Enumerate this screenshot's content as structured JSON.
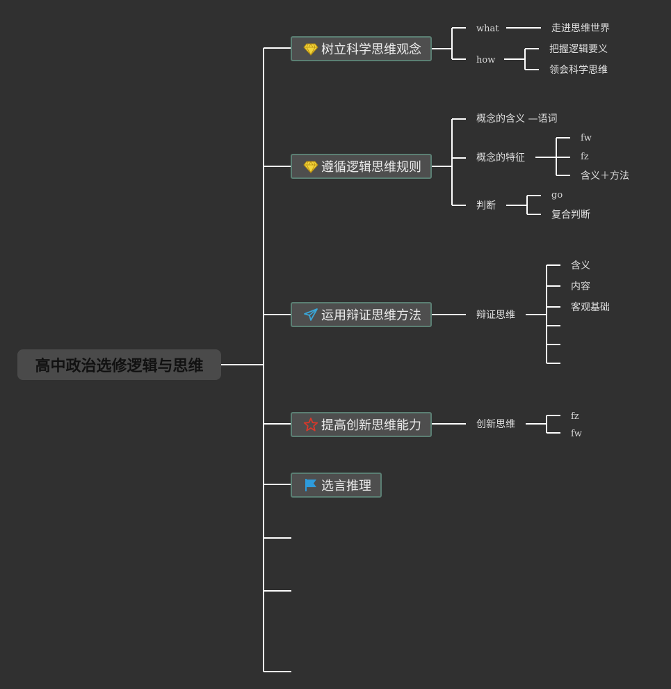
{
  "root": {
    "label": "高中政治选修逻辑与思维"
  },
  "topics": [
    {
      "label": "树立科学思维观念",
      "icon": "diamond-icon"
    },
    {
      "label": "遵循逻辑思维规则",
      "icon": "diamond-icon"
    },
    {
      "label": "运用辩证思维方法",
      "icon": "paper-plane-icon"
    },
    {
      "label": "提高创新思维能力",
      "icon": "star-icon"
    },
    {
      "label": "选言推理",
      "icon": "flag-icon"
    }
  ],
  "topic1": {
    "what": {
      "label": "what",
      "child": "走进思维世界"
    },
    "how": {
      "label": "how",
      "children": [
        "把握逻辑要义",
        "领会科学思维"
      ]
    }
  },
  "topic2": {
    "concept_meaning": "概念的含义 —语词",
    "concept_features": {
      "label": "概念的特征",
      "children": [
        "fw",
        "fz",
        "含义＋方法"
      ]
    },
    "judgment": {
      "label": "判断",
      "children": [
        "go",
        "复合判断"
      ]
    }
  },
  "topic3": {
    "dialectic": {
      "label": "辩证思维",
      "children": [
        "含义",
        "内容",
        "客观基础"
      ]
    }
  },
  "topic4": {
    "innovation": {
      "label": "创新思维",
      "children": [
        "fz",
        "fw"
      ]
    }
  },
  "colors": {
    "background": "#303030",
    "connector": "#ffffff",
    "topic_fill": "#4e4e4e",
    "topic_border": "#5b7f73",
    "diamond": "#f2d43a",
    "plane": "#3aa6d8",
    "star": "#d9382a",
    "flag": "#2e9bdc"
  }
}
